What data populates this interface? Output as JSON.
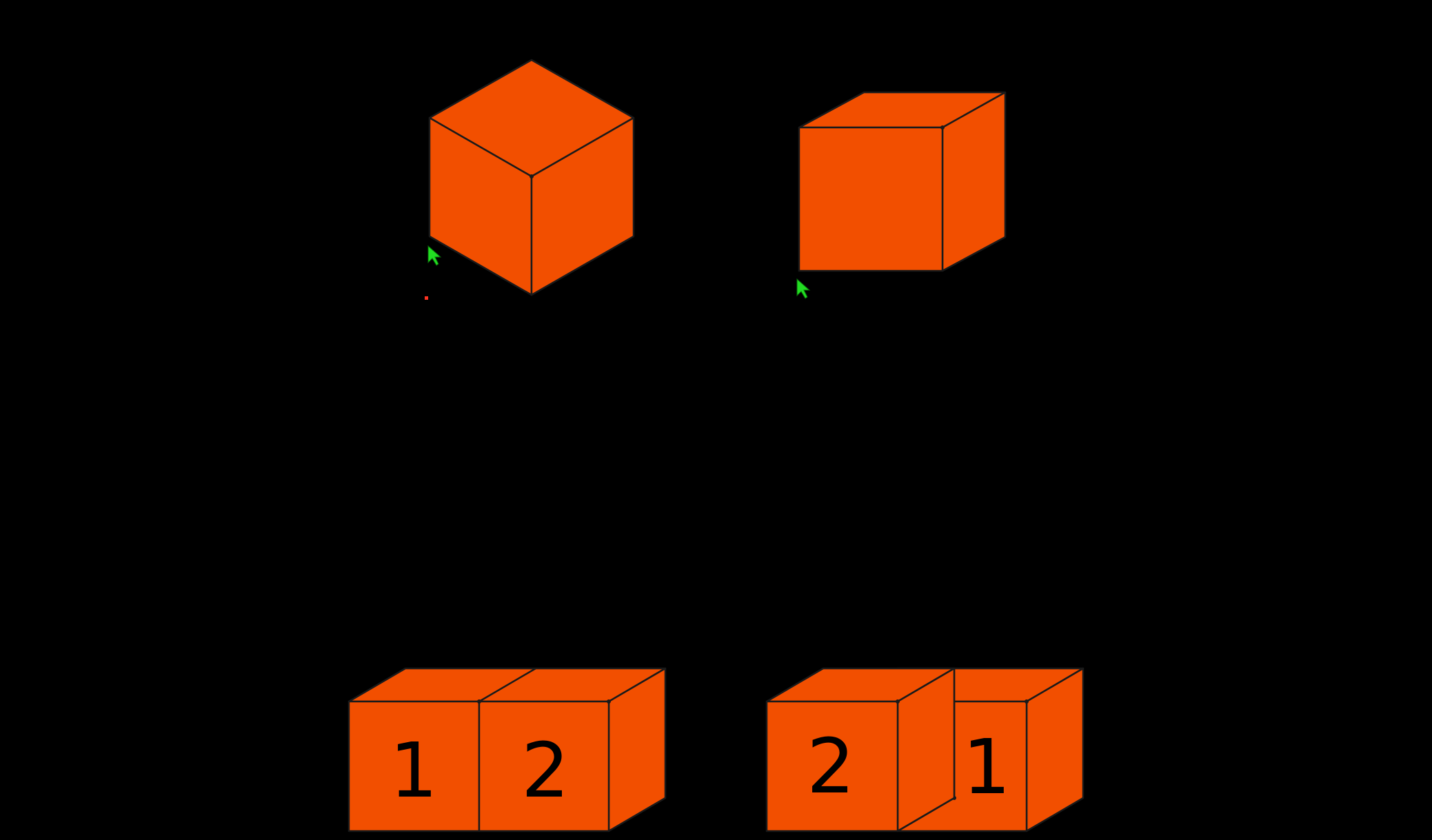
{
  "colors": {
    "background": "#000000",
    "cube_face": "#F24F00",
    "edge": "#1a1a1a",
    "cursor": "#22DD22",
    "marker": "#FF3322"
  },
  "figures": {
    "isometric_cube": {
      "icon": "cube-isometric"
    },
    "oblique_cube": {
      "icon": "cube-oblique"
    },
    "pair_left": {
      "labels": [
        "1",
        "2"
      ]
    },
    "pair_right": {
      "labels": [
        "2",
        "1"
      ]
    }
  },
  "cursors": [
    {
      "icon": "arrow-pointer-icon"
    },
    {
      "icon": "arrow-pointer-icon"
    }
  ]
}
